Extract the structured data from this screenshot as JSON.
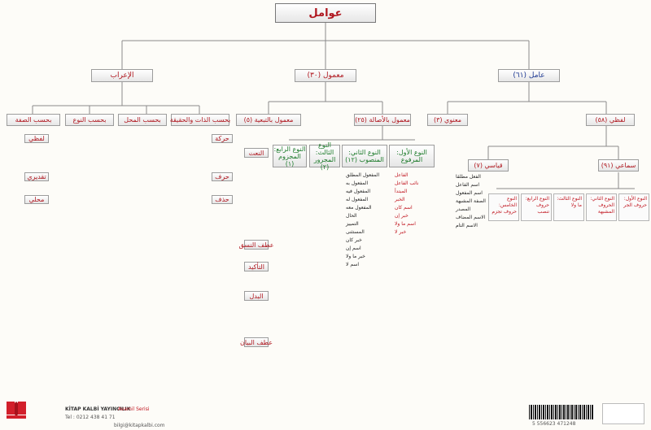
{
  "root": "عوامل",
  "level1": [
    {
      "label": "عامل (٦١)"
    },
    {
      "label": "معمول (٣٠)"
    },
    {
      "label": "الإعراب"
    }
  ],
  "amil": {
    "lafzi": "لفظي (٥٨)",
    "manawi": "معنوي (٣)",
    "simai": "سماعي (٩١)",
    "qiyasi": "قياسي (٧)",
    "simai_groups": [
      "النوع الأول: حروف الجر",
      "النوع الثاني: الحروف المشبهة",
      "النوع الثالث: ما ولا",
      "النوع الرابع: حروف تنصب",
      "النوع الخامس: حروف تجزم"
    ],
    "qiyasi_items": [
      "الفعل مطلقا",
      "اسم الفاعل",
      "اسم المفعول",
      "الصفة المشبهة",
      "المصدر",
      "الاسم المضاف",
      "الاسم التام"
    ]
  },
  "mamul": {
    "bil_asala": "معمول بالأصالة (٢٥)",
    "bit_tabaiyya": "معمول بالتبعية (٥)",
    "groups": [
      "النوع الأول: المرفوع",
      "النوع الثاني: المنصوب (١٢)",
      "النوع الثالث: المجرور (٢)",
      "النوع الرابع: المجزوم (١)"
    ],
    "marfu_items": [
      "الفاعل",
      "نائب الفاعل",
      "المبتدأ",
      "الخبر",
      "اسم كان",
      "خبر إن",
      "اسم ما ولا",
      "خبر لا"
    ],
    "mansub_items": [
      "المفعول المطلق",
      "المفعول به",
      "المفعول فيه",
      "المفعول له",
      "المفعول معه",
      "الحال",
      "التمييز",
      "المستثنى",
      "خبر كان",
      "اسم إن",
      "خبر ما ولا",
      "اسم لا"
    ],
    "tawabi": [
      "النعت",
      "التأكيد",
      "البدل",
      "عطف البيان",
      "عطف النسق"
    ]
  },
  "irab": {
    "groups": [
      "بحسب الذات والحقيقة",
      "بحسب المحل",
      "بحسب النوع",
      "بحسب الصفة"
    ],
    "sub": [
      "حركة",
      "حرف",
      "حذف",
      "لفظي",
      "تقديري",
      "محلي"
    ]
  },
  "footer": {
    "publisher": "KİTAP KALBİ YAYINCILIK",
    "tel": "Tel : 0212 438 41 71",
    "web": "bilgi@kitapkalbi.com",
    "series": "Avamil Serisi",
    "barcode": "5 556623 471248"
  }
}
